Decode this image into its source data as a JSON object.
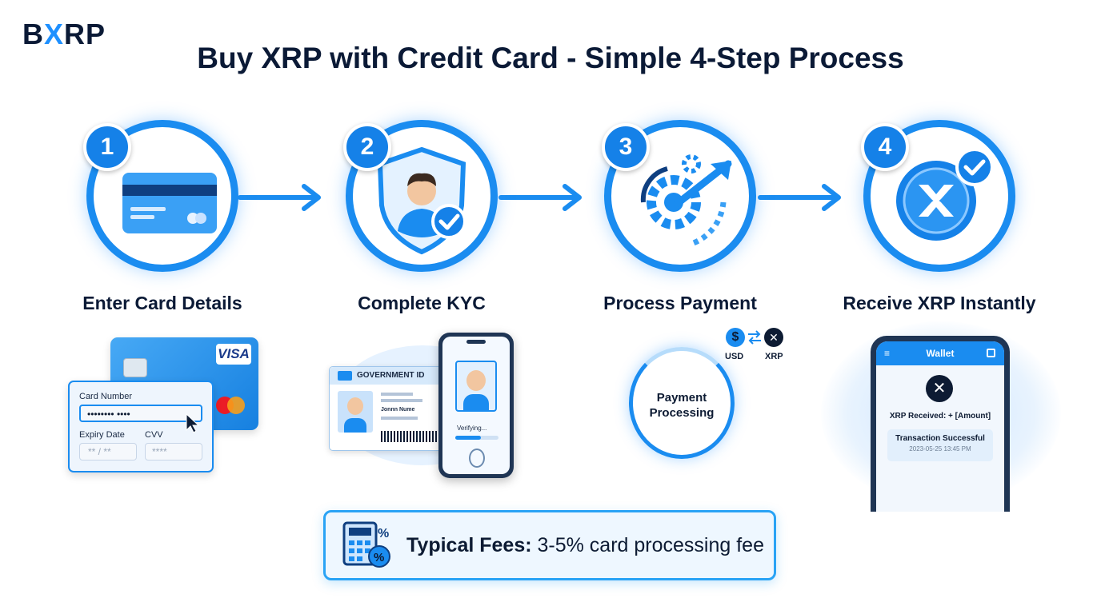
{
  "logo": {
    "prefix": "B",
    "accent": "X",
    "suffix": "RP"
  },
  "title": "Buy XRP with Credit Card - Simple 4-Step Process",
  "steps": [
    {
      "number": "1",
      "label": "Enter Card Details"
    },
    {
      "number": "2",
      "label": "Complete KYC"
    },
    {
      "number": "3",
      "label": "Process Payment"
    },
    {
      "number": "4",
      "label": "Receive XRP Instantly"
    }
  ],
  "card_form": {
    "brand": "VISA",
    "card_number_label": "Card Number",
    "card_number_value": "•••••••• ••••",
    "expiry_label": "Expiry Date",
    "expiry_value": "** / **",
    "cvv_label": "CVV",
    "cvv_value": "****",
    "mastercard_text": "mastercard"
  },
  "kyc": {
    "id_title": "GOVERNMENT ID",
    "id_name": "Jonnn Nume",
    "verifying": "Verifying..."
  },
  "payment": {
    "processing_line1": "Payment",
    "processing_line2": "Processing",
    "from_currency": "USD",
    "to_currency": "XRP"
  },
  "wallet": {
    "header": "Wallet",
    "received_label": "XRP Received: + [Amount]",
    "status": "Transaction Successful",
    "timestamp": "2023-05-25 13:45 PM"
  },
  "fees": {
    "label": "Typical Fees:",
    "value": " 3-5% card processing fee"
  },
  "colors": {
    "accent": "#1a8cf0",
    "dark": "#0b1a36",
    "light": "#eef7ff"
  }
}
